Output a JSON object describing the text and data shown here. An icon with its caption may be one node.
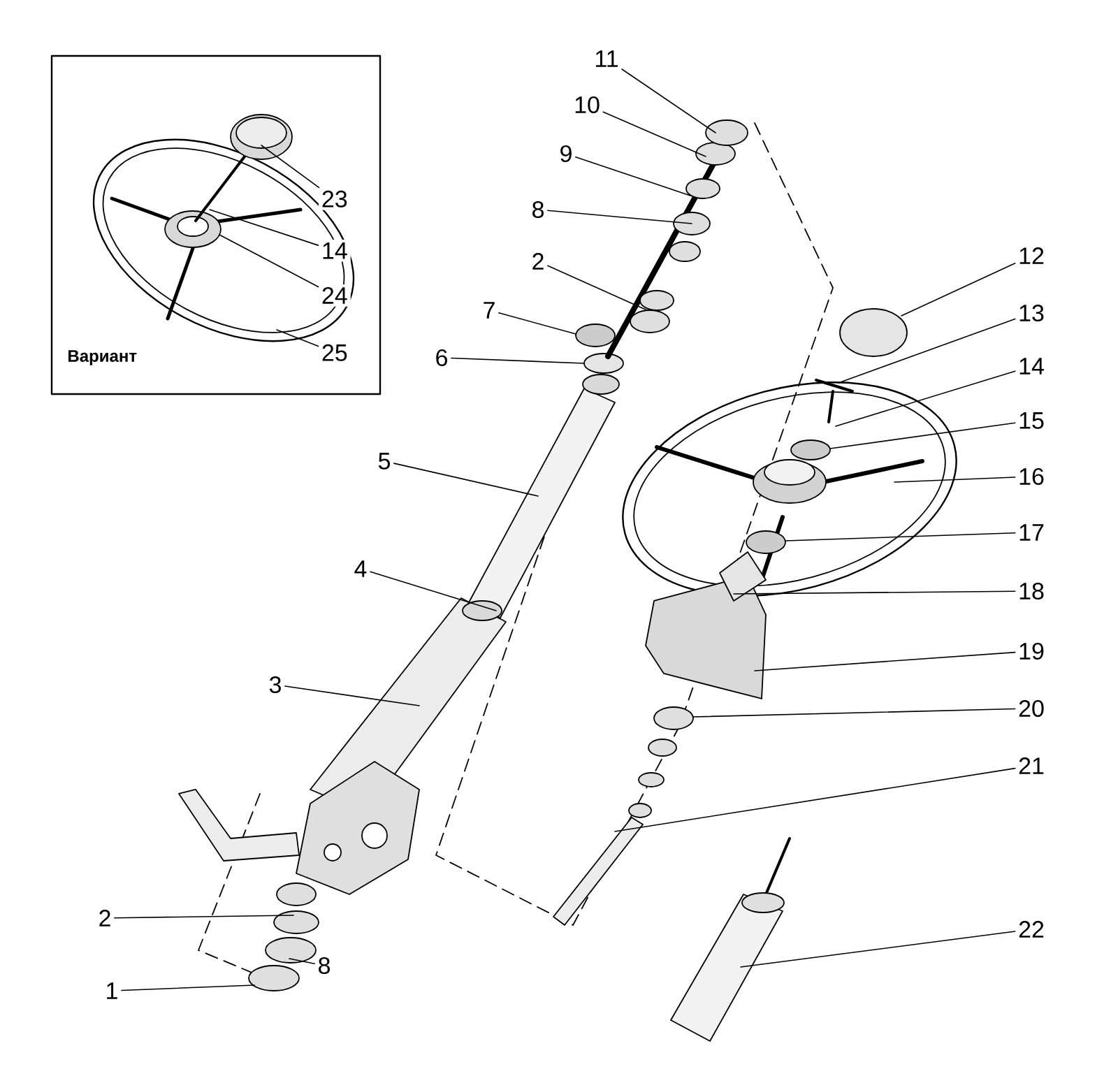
{
  "diagram": {
    "nodes": [
      {
        "text": [
          "Вариант"
        ]
      },
      {
        "text": [
          "23"
        ],
        "in": 0
      },
      {
        "text": [
          "14"
        ],
        "in": 0
      },
      {
        "text": [
          "24"
        ],
        "in": 0
      },
      {
        "text": [
          "25"
        ],
        "in": 0
      },
      {
        "text": [
          "11"
        ]
      },
      {
        "text": [
          "10"
        ]
      },
      {
        "text": [
          "9"
        ]
      },
      {
        "text": [
          "8"
        ]
      },
      {
        "text": [
          "2"
        ]
      },
      {
        "text": [
          "7"
        ]
      },
      {
        "text": [
          "6"
        ]
      },
      {
        "text": [
          "5"
        ]
      },
      {
        "text": [
          "4"
        ]
      },
      {
        "text": [
          "3"
        ]
      },
      {
        "text": [
          "12"
        ]
      },
      {
        "text": [
          "13"
        ]
      },
      {
        "text": [
          "14"
        ]
      },
      {
        "text": [
          "15"
        ]
      },
      {
        "text": [
          "16"
        ]
      },
      {
        "text": [
          "17"
        ]
      },
      {
        "text": [
          "18"
        ]
      },
      {
        "text": [
          "19"
        ]
      },
      {
        "text": [
          "20"
        ]
      },
      {
        "text": [
          "21"
        ]
      },
      {
        "text": [
          "2"
        ]
      },
      {
        "text": [
          "22"
        ]
      },
      {
        "text": [
          "8"
        ]
      },
      {
        "text": [
          "1"
        ]
      }
    ],
    "edges": [
      {
        "from": 1,
        "to": null,
        "arrow": "none"
      },
      {
        "from": 2,
        "to": null,
        "arrow": "none"
      },
      {
        "from": 3,
        "to": null,
        "arrow": "none"
      },
      {
        "from": 4,
        "to": null,
        "arrow": "none"
      },
      {
        "from": 5,
        "to": null,
        "arrow": "none"
      },
      {
        "from": 6,
        "to": null,
        "arrow": "none"
      },
      {
        "from": 7,
        "to": null,
        "arrow": "none"
      },
      {
        "from": 8,
        "to": null,
        "arrow": "none"
      },
      {
        "from": 9,
        "to": null,
        "arrow": "none"
      },
      {
        "from": 10,
        "to": null,
        "arrow": "none"
      },
      {
        "from": 11,
        "to": null,
        "arrow": "none"
      },
      {
        "from": 12,
        "to": null,
        "arrow": "none"
      },
      {
        "from": 13,
        "to": null,
        "arrow": "none"
      },
      {
        "from": 14,
        "to": null,
        "arrow": "none"
      },
      {
        "from": 15,
        "to": null,
        "arrow": "none"
      },
      {
        "from": 16,
        "to": null,
        "arrow": "none"
      },
      {
        "from": 17,
        "to": null,
        "arrow": "none"
      },
      {
        "from": 18,
        "to": null,
        "arrow": "none"
      },
      {
        "from": 19,
        "to": null,
        "arrow": "none"
      },
      {
        "from": 20,
        "to": null,
        "arrow": "none"
      },
      {
        "from": 21,
        "to": null,
        "arrow": "none"
      },
      {
        "from": 22,
        "to": null,
        "arrow": "none"
      },
      {
        "from": 23,
        "to": null,
        "arrow": "none"
      },
      {
        "from": 24,
        "to": null,
        "arrow": "none"
      },
      {
        "from": 25,
        "to": null,
        "arrow": "none"
      },
      {
        "from": 26,
        "to": null,
        "arrow": "none"
      },
      {
        "from": 27,
        "to": null,
        "arrow": "none"
      },
      {
        "from": 28,
        "to": null,
        "arrow": "none"
      }
    ]
  }
}
